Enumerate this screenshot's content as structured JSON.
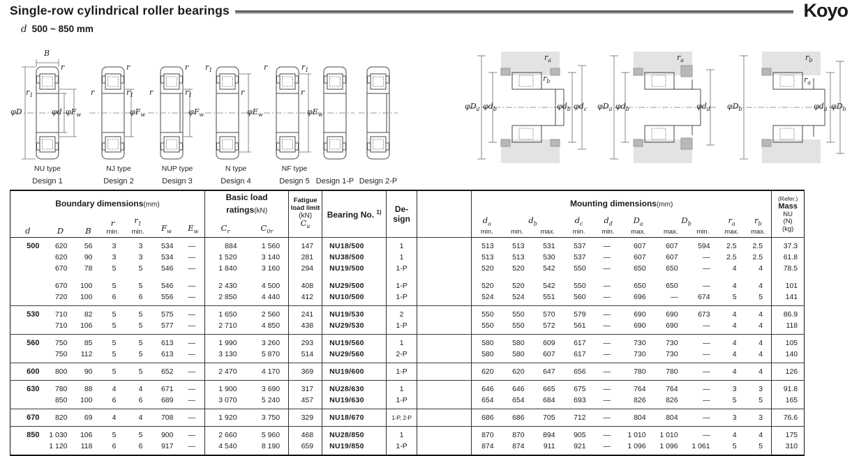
{
  "page": {
    "title": "Single-row cylindrical roller bearings",
    "logo": "Koyo",
    "size_prefix": "d",
    "size_range": "500 ~ 850 mm"
  },
  "diagrams": {
    "types": [
      {
        "caption": "NU type",
        "design": "Design 1",
        "labels": {
          "B": "B",
          "r": "r",
          "r1_m": "r",
          "r1_s": "1",
          "phiD": "φD",
          "phid": "φd",
          "phiF_m": "φF",
          "phiF_s": "w"
        }
      },
      {
        "caption": "NJ type",
        "design": "Design 2",
        "labels": {
          "r_top": "r",
          "r_left": "r",
          "r1_m": "r",
          "r1_s": "1",
          "phiF_m": "φF",
          "phiF_s": "w"
        }
      },
      {
        "caption": "NUP type",
        "design": "Design 3",
        "labels": {
          "r_top": "r",
          "r_left": "r",
          "r1_m": "r",
          "r1_s": "1",
          "phiF_m": "φF",
          "phiF_s": "w"
        }
      },
      {
        "caption": "N type",
        "design": "Design 4",
        "labels": {
          "r1_m": "r",
          "r1_s": "1",
          "r_right": "r",
          "phiE_m": "φE",
          "phiE_s": "w"
        }
      },
      {
        "caption": "NF type",
        "design": "Design 5",
        "labels": {
          "r_top": "r",
          "r1_m": "r",
          "r1_s": "1",
          "r_right": "r",
          "phiE_m": "φE",
          "phiE_s": "w"
        }
      }
    ],
    "p_designs": [
      {
        "caption": "Design 1-P"
      },
      {
        "caption": "Design 2-P"
      }
    ],
    "mounting": [
      {
        "labels": {
          "top_m": "r",
          "top_s": "a",
          "mid_m": "r",
          "mid_s": "b",
          "l1_m": "φD",
          "l1_s": "a",
          "l2_m": "φd",
          "l2_s": "b",
          "r1_m": "φd",
          "r1_s": "b",
          "r2_m": "φd",
          "r2_s": "c"
        }
      },
      {
        "labels": {
          "top_m": "r",
          "top_s": "a",
          "l1_m": "φD",
          "l1_s": "a",
          "l2_m": "φd",
          "l2_s": "b",
          "r1_m": "φd",
          "r1_s": "d"
        }
      },
      {
        "labels": {
          "top_m": "r",
          "top_s": "b",
          "mid_m": "r",
          "mid_s": "a",
          "l1_m": "φD",
          "l1_s": "b",
          "r1_m": "φd",
          "r1_s": "a",
          "r2_m": "φD",
          "r2_s": "b"
        }
      }
    ]
  },
  "table": {
    "header": {
      "boundary": "Boundary dimensions",
      "boundary_unit": "(mm)",
      "basic": "Basic load ratings",
      "basic_unit": "(kN)",
      "fatigue1": "Fatigue",
      "fatigue2": "load limit",
      "fatigue3": "(kN)",
      "fatigue_sym_m": "C",
      "fatigue_sym_s": "u",
      "bearing_no": "Bearing No.",
      "bearing_no_note": "1)",
      "design1": "De-",
      "design2": "sign",
      "mounting": "Mounting dimensions",
      "mounting_unit": "(mm)",
      "mass1": "(Refer.)",
      "mass2": "Mass",
      "mass3": "NU",
      "mass4": "(N)",
      "mass5": "(kg)"
    },
    "subhead": {
      "d_m": "d",
      "D_m": "D",
      "B_m": "B",
      "r_m": "r",
      "r_u": "min.",
      "r1_m": "r",
      "r1_s": "1",
      "r1_u": "min.",
      "Fw_m": "F",
      "Fw_s": "w",
      "Ew_m": "E",
      "Ew_s": "w",
      "Cr_m": "C",
      "Cr_s": "r",
      "C0r_m": "C",
      "C0r_s": "0r",
      "da_m": "d",
      "da_s": "a",
      "da_u": "min.",
      "db_m": "d",
      "db_s": "b",
      "db_u1": "min.",
      "db_u2": "max.",
      "dc_m": "d",
      "dc_s": "c",
      "dc_u": "min.",
      "dd_m": "d",
      "dd_s": "d",
      "dd_u": "min.",
      "Da_m": "D",
      "Da_s": "a",
      "Da_u": "max.",
      "Db_m": "D",
      "Db_s": "b",
      "Db_u1": "max.",
      "Db_u2": "min.",
      "ra_m": "r",
      "ra_s": "a",
      "ra_u": "max.",
      "rb_m": "r",
      "rb_s": "b",
      "rb_u": "max."
    },
    "groups": [
      {
        "d": "500",
        "rows": [
          {
            "D": "620",
            "B": "56",
            "r": "3",
            "r1": "3",
            "Fw": "534",
            "Ew": "—",
            "Cr": "884",
            "C0r": "1 560",
            "Cu": "147",
            "no": "NU18/500",
            "design": "1",
            "da": "513",
            "db_min": "513",
            "db_max": "531",
            "dc": "537",
            "dd": "—",
            "Da": "607",
            "Db_max": "607",
            "Db_min": "594",
            "ra": "2.5",
            "rb": "2.5",
            "mass": "37.3"
          },
          {
            "D": "620",
            "B": "90",
            "r": "3",
            "r1": "3",
            "Fw": "534",
            "Ew": "—",
            "Cr": "1 520",
            "C0r": "3 140",
            "Cu": "281",
            "no": "NU38/500",
            "design": "1",
            "da": "513",
            "db_min": "513",
            "db_max": "530",
            "dc": "537",
            "dd": "—",
            "Da": "607",
            "Db_max": "607",
            "Db_min": "—",
            "ra": "2.5",
            "rb": "2.5",
            "mass": "61.8"
          },
          {
            "D": "670",
            "B": "78",
            "r": "5",
            "r1": "5",
            "Fw": "546",
            "Ew": "—",
            "Cr": "1 840",
            "C0r": "3 160",
            "Cu": "294",
            "no": "NU19/500",
            "design": "1-P",
            "da": "520",
            "db_min": "520",
            "db_max": "542",
            "dc": "550",
            "dd": "—",
            "Da": "650",
            "Db_max": "650",
            "Db_min": "—",
            "ra": "4",
            "rb": "4",
            "mass": "78.5"
          },
          {
            "gap": true,
            "D": "670",
            "B": "100",
            "r": "5",
            "r1": "5",
            "Fw": "546",
            "Ew": "—",
            "Cr": "2 430",
            "C0r": "4 500",
            "Cu": "408",
            "no": "NU29/500",
            "design": "1-P",
            "da": "520",
            "db_min": "520",
            "db_max": "542",
            "dc": "550",
            "dd": "—",
            "Da": "650",
            "Db_max": "650",
            "Db_min": "—",
            "ra": "4",
            "rb": "4",
            "mass": "101"
          },
          {
            "D": "720",
            "B": "100",
            "r": "6",
            "r1": "6",
            "Fw": "556",
            "Ew": "—",
            "Cr": "2 850",
            "C0r": "4 440",
            "Cu": "412",
            "no": "NU10/500",
            "design": "1-P",
            "da": "524",
            "db_min": "524",
            "db_max": "551",
            "dc": "560",
            "dd": "—",
            "Da": "696",
            "Db_max": "—",
            "Db_min": "674",
            "ra": "5",
            "rb": "5",
            "mass": "141"
          }
        ]
      },
      {
        "d": "530",
        "rows": [
          {
            "D": "710",
            "B": "82",
            "r": "5",
            "r1": "5",
            "Fw": "575",
            "Ew": "—",
            "Cr": "1 650",
            "C0r": "2 560",
            "Cu": "241",
            "no": "NU19/530",
            "design": "2",
            "da": "550",
            "db_min": "550",
            "db_max": "570",
            "dc": "579",
            "dd": "—",
            "Da": "690",
            "Db_max": "690",
            "Db_min": "673",
            "ra": "4",
            "rb": "4",
            "mass": "86.9"
          },
          {
            "D": "710",
            "B": "106",
            "r": "5",
            "r1": "5",
            "Fw": "577",
            "Ew": "—",
            "Cr": "2 710",
            "C0r": "4 850",
            "Cu": "438",
            "no": "NU29/530",
            "design": "1-P",
            "da": "550",
            "db_min": "550",
            "db_max": "572",
            "dc": "561",
            "dd": "—",
            "Da": "690",
            "Db_max": "690",
            "Db_min": "—",
            "ra": "4",
            "rb": "4",
            "mass": "118"
          }
        ]
      },
      {
        "d": "560",
        "rows": [
          {
            "D": "750",
            "B": "85",
            "r": "5",
            "r1": "5",
            "Fw": "613",
            "Ew": "—",
            "Cr": "1 990",
            "C0r": "3 260",
            "Cu": "293",
            "no": "NU19/560",
            "design": "1",
            "da": "580",
            "db_min": "580",
            "db_max": "609",
            "dc": "617",
            "dd": "—",
            "Da": "730",
            "Db_max": "730",
            "Db_min": "—",
            "ra": "4",
            "rb": "4",
            "mass": "105"
          },
          {
            "D": "750",
            "B": "112",
            "r": "5",
            "r1": "5",
            "Fw": "613",
            "Ew": "—",
            "Cr": "3 130",
            "C0r": "5 870",
            "Cu": "514",
            "no": "NU29/560",
            "design": "2-P",
            "da": "580",
            "db_min": "580",
            "db_max": "607",
            "dc": "617",
            "dd": "—",
            "Da": "730",
            "Db_max": "730",
            "Db_min": "—",
            "ra": "4",
            "rb": "4",
            "mass": "140"
          }
        ]
      },
      {
        "d": "600",
        "rows": [
          {
            "D": "800",
            "B": "90",
            "r": "5",
            "r1": "5",
            "Fw": "652",
            "Ew": "—",
            "Cr": "2 470",
            "C0r": "4 170",
            "Cu": "369",
            "no": "NU19/600",
            "design": "1-P",
            "da": "620",
            "db_min": "620",
            "db_max": "647",
            "dc": "656",
            "dd": "—",
            "Da": "780",
            "Db_max": "780",
            "Db_min": "—",
            "ra": "4",
            "rb": "4",
            "mass": "126"
          }
        ]
      },
      {
        "d": "630",
        "rows": [
          {
            "D": "780",
            "B": "88",
            "r": "4",
            "r1": "4",
            "Fw": "671",
            "Ew": "—",
            "Cr": "1 900",
            "C0r": "3 690",
            "Cu": "317",
            "no": "NU28/630",
            "design": "1",
            "da": "646",
            "db_min": "646",
            "db_max": "665",
            "dc": "675",
            "dd": "—",
            "Da": "764",
            "Db_max": "764",
            "Db_min": "—",
            "ra": "3",
            "rb": "3",
            "mass": "91.8"
          },
          {
            "D": "850",
            "B": "100",
            "r": "6",
            "r1": "6",
            "Fw": "689",
            "Ew": "—",
            "Cr": "3 070",
            "C0r": "5 240",
            "Cu": "457",
            "no": "NU19/630",
            "design": "1-P",
            "da": "654",
            "db_min": "654",
            "db_max": "684",
            "dc": "693",
            "dd": "—",
            "Da": "826",
            "Db_max": "826",
            "Db_min": "—",
            "ra": "5",
            "rb": "5",
            "mass": "165"
          }
        ]
      },
      {
        "d": "670",
        "rows": [
          {
            "D": "820",
            "B": "69",
            "r": "4",
            "r1": "4",
            "Fw": "708",
            "Ew": "—",
            "Cr": "1 920",
            "C0r": "3 750",
            "Cu": "329",
            "no": "NU18/670",
            "design": "1-P, 2-P",
            "da": "686",
            "db_min": "686",
            "db_max": "705",
            "dc": "712",
            "dd": "—",
            "Da": "804",
            "Db_max": "804",
            "Db_min": "—",
            "ra": "3",
            "rb": "3",
            "mass": "76.6"
          }
        ]
      },
      {
        "d": "850",
        "rows": [
          {
            "D": "1 030",
            "B": "106",
            "r": "5",
            "r1": "5",
            "Fw": "900",
            "Ew": "—",
            "Cr": "2 660",
            "C0r": "5 960",
            "Cu": "468",
            "no": "NU28/850",
            "design": "1",
            "da": "870",
            "db_min": "870",
            "db_max": "894",
            "dc": "905",
            "dd": "—",
            "Da": "1 010",
            "Db_max": "1 010",
            "Db_min": "—",
            "ra": "4",
            "rb": "4",
            "mass": "175"
          },
          {
            "D": "1 120",
            "B": "118",
            "r": "6",
            "r1": "6",
            "Fw": "917",
            "Ew": "—",
            "Cr": "4 540",
            "C0r": "8 190",
            "Cu": "659",
            "no": "NU19/850",
            "design": "1-P",
            "da": "874",
            "db_min": "874",
            "db_max": "911",
            "dc": "921",
            "dd": "—",
            "Da": "1 096",
            "Db_max": "1 096",
            "Db_min": "1 061",
            "ra": "5",
            "rb": "5",
            "mass": "310"
          }
        ]
      }
    ]
  }
}
